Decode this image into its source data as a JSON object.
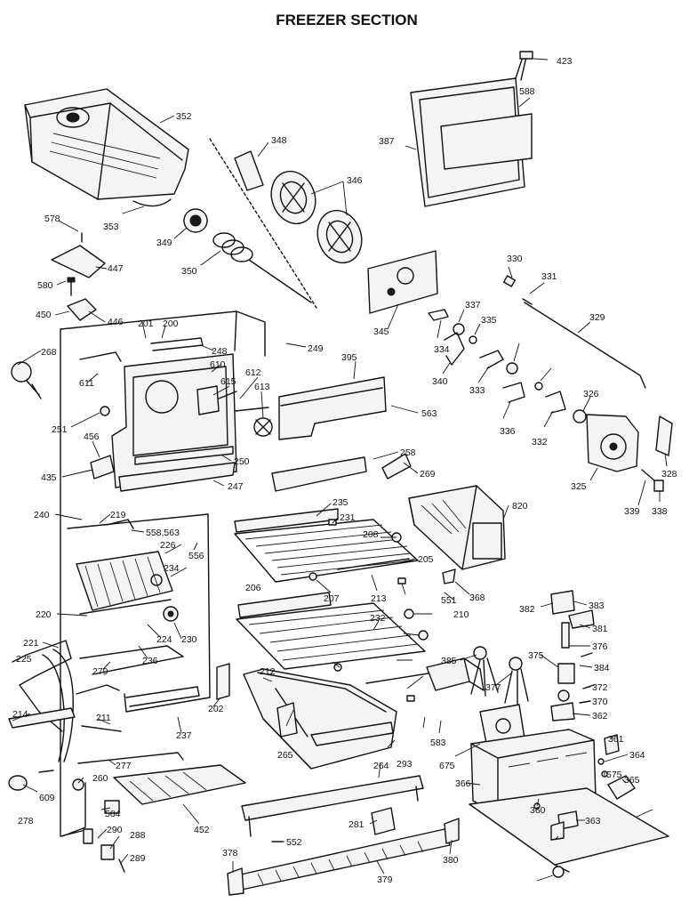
{
  "title": "FREEZER SECTION",
  "callouts": [
    "423",
    "588",
    "387",
    "352",
    "348",
    "346",
    "353",
    "349",
    "350",
    "578",
    "447",
    "580",
    "446",
    "450",
    "201",
    "200",
    "248",
    "249",
    "345",
    "334",
    "330",
    "331",
    "329",
    "337",
    "335",
    "340",
    "333",
    "336",
    "332",
    "326",
    "328",
    "325",
    "339",
    "338",
    "395",
    "563",
    "268",
    "610",
    "612",
    "615",
    "611",
    "613",
    "251",
    "456",
    "435",
    "250",
    "247",
    "258",
    "269",
    "240",
    "219",
    "235",
    "231",
    "820",
    "558,563",
    "226",
    "556",
    "208",
    "205",
    "234",
    "207",
    "213",
    "368",
    "551",
    "210",
    "206",
    "232",
    "220",
    "230",
    "224",
    "221",
    "225",
    "279",
    "236",
    "214",
    "211",
    "202",
    "237",
    "212",
    "277",
    "265",
    "293",
    "264",
    "609",
    "260",
    "278",
    "584",
    "452",
    "281",
    "552",
    "290",
    "288",
    "289",
    "378",
    "379",
    "380",
    "382",
    "383",
    "381",
    "376",
    "375",
    "384",
    "385",
    "377",
    "372",
    "370",
    "362",
    "583",
    "675",
    "361",
    "364",
    "575",
    "366",
    "365",
    "360",
    "363"
  ]
}
